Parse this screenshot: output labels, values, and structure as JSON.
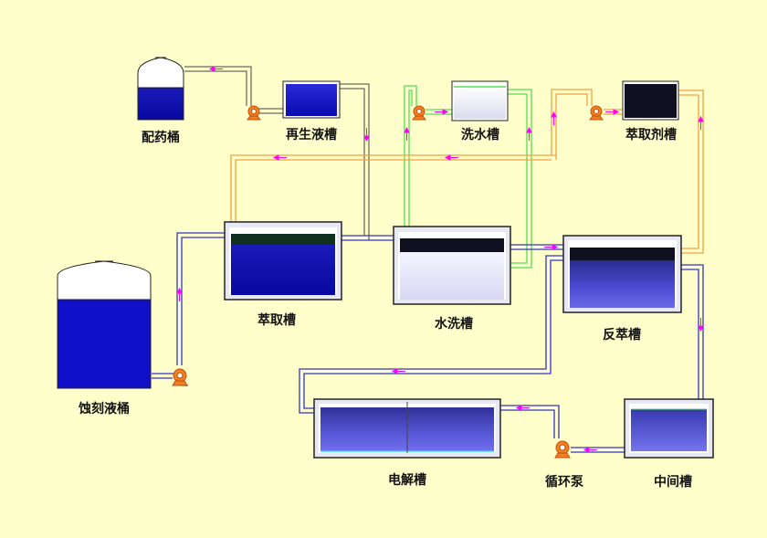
{
  "labels": {
    "dosing_drum": "配药桶",
    "regen_tank": "再生液槽",
    "wash_water_tank": "洗水槽",
    "extractant_tank": "萃取剂槽",
    "extraction_tank": "萃取槽",
    "water_wash_tank": "水洗槽",
    "back_extraction_tank": "反萃槽",
    "etching_drum": "蚀刻液桶",
    "electrolysis_tank": "电解槽",
    "circulation_pump": "循环泵",
    "intermediate_tank": "中间槽"
  },
  "colors": {
    "background": "#ffffcc",
    "pipe_blue": "#3333cc",
    "pipe_orange": "#f0a040",
    "pipe_green": "#55dd55",
    "pipe_dark": "#444444",
    "flow_arrow": "#ff00ff",
    "pump": "#f08020",
    "liquid_deep_blue": "#0a0aa8",
    "liquid_black": "#101020"
  },
  "icons": {
    "pump": "centrifugal-pump-icon",
    "flow": "flow-direction-arrow-icon"
  }
}
